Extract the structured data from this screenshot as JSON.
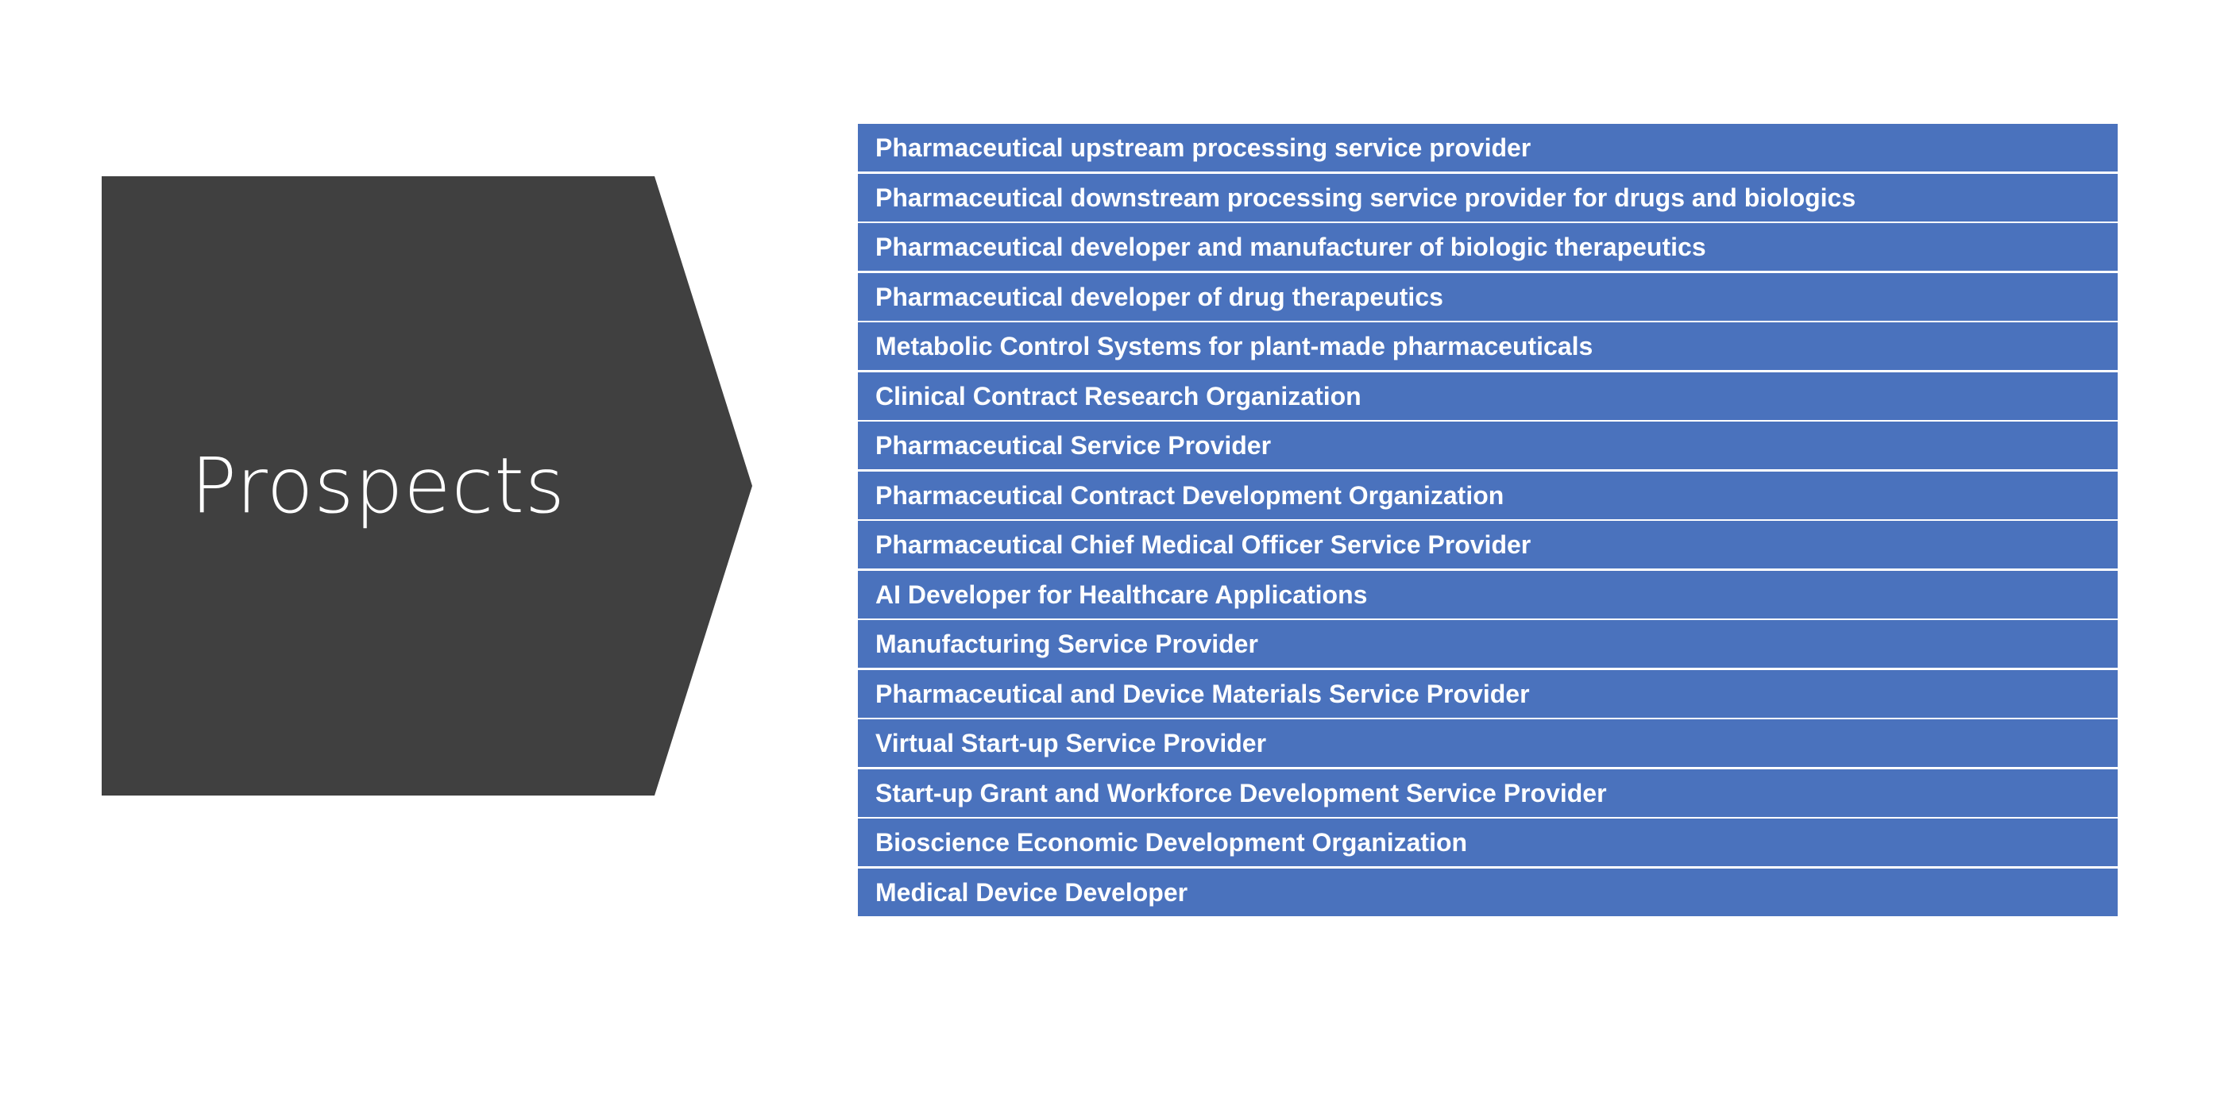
{
  "chevron": {
    "label": "Prospects",
    "color": "#404040"
  },
  "list_color": "#4a72bd",
  "prospects": [
    "Pharmaceutical upstream processing service provider",
    "Pharmaceutical downstream processing service provider for drugs and biologics",
    "Pharmaceutical developer and manufacturer of biologic therapeutics",
    "Pharmaceutical developer of drug therapeutics",
    "Metabolic Control Systems for plant-made pharmaceuticals",
    "Clinical Contract Research Organization",
    "Pharmaceutical Service Provider",
    "Pharmaceutical Contract Development Organization",
    "Pharmaceutical Chief Medical Officer Service Provider",
    "AI Developer for Healthcare Applications",
    "Manufacturing Service Provider",
    "Pharmaceutical and Device Materials Service Provider",
    "Virtual Start-up Service Provider",
    "Start-up Grant and Workforce Development Service Provider",
    "Bioscience Economic Development Organization",
    "Medical Device Developer"
  ]
}
